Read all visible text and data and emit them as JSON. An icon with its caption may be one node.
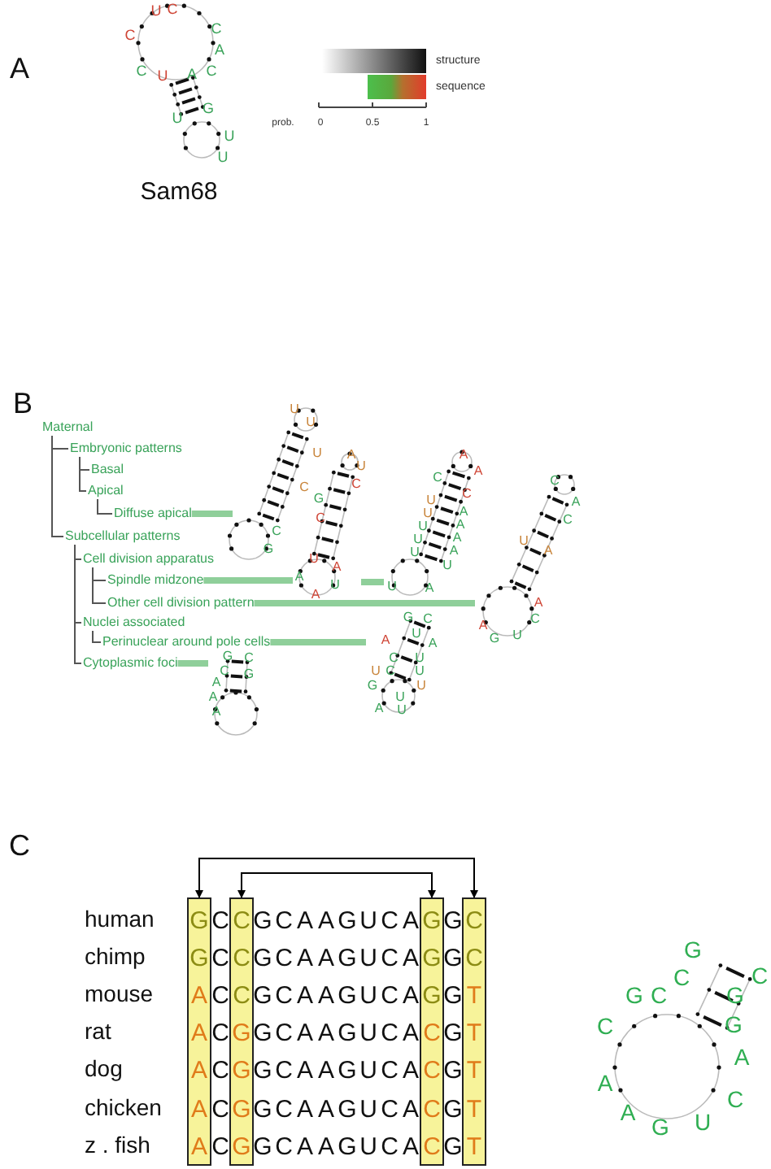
{
  "diagram": {
    "nodes": [
      {
        "text": [
          "Maternal"
        ]
      },
      {
        "text": [
          "Embryonic patterns"
        ]
      },
      {
        "text": [
          "Basal"
        ]
      },
      {
        "text": [
          "Apical"
        ]
      },
      {
        "text": [
          "Diffuse apical"
        ]
      },
      {
        "text": [
          "Subcellular patterns"
        ]
      },
      {
        "text": [
          "Cell division apparatus"
        ]
      },
      {
        "text": [
          "Spindle midzone"
        ]
      },
      {
        "text": [
          "Other cell division pattern"
        ]
      },
      {
        "text": [
          "Nuclei associated"
        ]
      },
      {
        "text": [
          "Perinuclear around pole cells"
        ]
      },
      {
        "text": [
          "Cytoplasmic foci"
        ]
      },
      {
        "text": [],
        "shape": "picture"
      },
      {
        "text": [],
        "shape": "picture"
      },
      {
        "text": [],
        "shape": "picture"
      },
      {
        "text": [],
        "shape": "picture"
      },
      {
        "text": [],
        "shape": "picture"
      },
      {
        "text": [],
        "shape": "picture"
      },
      {
        "text": [],
        "shape": "bar"
      },
      {
        "text": [],
        "shape": "bar"
      },
      {
        "text": [],
        "shape": "bar"
      },
      {
        "text": [],
        "shape": "bar"
      }
    ],
    "edges": [
      {
        "from": 0,
        "to": 1,
        "arrow": "none"
      },
      {
        "from": 1,
        "to": 2,
        "arrow": "none"
      },
      {
        "from": 1,
        "to": 3,
        "arrow": "none"
      },
      {
        "from": 3,
        "to": 4,
        "arrow": "none"
      },
      {
        "from": 0,
        "to": 5,
        "arrow": "none"
      },
      {
        "from": 5,
        "to": 6,
        "arrow": "none"
      },
      {
        "from": 6,
        "to": 7,
        "arrow": "none"
      },
      {
        "from": 6,
        "to": 8,
        "arrow": "none"
      },
      {
        "from": 5,
        "to": 9,
        "arrow": "none"
      },
      {
        "from": 9,
        "to": 10,
        "arrow": "none"
      },
      {
        "from": 5,
        "to": 11,
        "arrow": "none"
      },
      {
        "from": 4,
        "to": 12,
        "arrow": "none",
        "style": "thick",
        "color": "#8fcf9a"
      },
      {
        "from": 7,
        "to": 13,
        "arrow": "none",
        "style": "thick",
        "color": "#8fcf9a"
      },
      {
        "from": 13,
        "to": 14,
        "arrow": "none",
        "style": "thick",
        "color": "#8fcf9a"
      },
      {
        "from": 8,
        "to": 15,
        "arrow": "none",
        "style": "thick",
        "color": "#8fcf9a"
      },
      {
        "from": 10,
        "to": 16,
        "arrow": "none",
        "style": "thick",
        "color": "#8fcf9a"
      },
      {
        "from": 11,
        "to": 17,
        "arrow": "none",
        "style": "thick",
        "color": "#8fcf9a"
      },
      {
        "from": 18,
        "to": 21,
        "arrow": "both",
        "color": "#000000"
      },
      {
        "from": 19,
        "to": 20,
        "arrow": "both",
        "color": "#000000"
      }
    ],
    "labels": [
      "A",
      "U",
      "C",
      "C",
      "C",
      "A",
      "C",
      "U",
      "A",
      "C",
      "U",
      "G",
      "U",
      "U",
      "prob.",
      "0",
      "0.5",
      "1",
      "Sam68",
      "B",
      "U",
      "U",
      "U",
      "C",
      "G",
      "C",
      "G",
      "A",
      "U",
      "C",
      "C",
      "U",
      "A",
      "A",
      "A",
      "U",
      "A",
      "A",
      "C",
      "C",
      "U",
      "U",
      "A",
      "U",
      "A",
      "U",
      "A",
      "U",
      "A",
      "U",
      "U",
      "A",
      "C",
      "A",
      "C",
      "U",
      "A",
      "A",
      "C",
      "U",
      "A",
      "G",
      "G",
      "C",
      "U",
      "A",
      "A",
      "C",
      "U",
      "U",
      "C",
      "U",
      "G",
      "U",
      "U",
      "A",
      "U",
      "G",
      "C",
      "C",
      "G",
      "A",
      "A",
      "A",
      "C",
      "human",
      "GCCGCAAGUCAGGC",
      "chimp",
      "GCCGCAAGUCAGGC",
      "mouse",
      "ACCGCAAGUCAGGT",
      "rat",
      "ACGGCAAGUCACGT",
      "dog",
      "ACGGCAAGUCACGT",
      "chicken",
      "ACGGCAAGUCACGT",
      "z . fish",
      "ACGGCAAGUCACGT",
      "G",
      "C",
      "C",
      "G",
      "C",
      "G",
      "C",
      "G",
      "A",
      "A",
      "C",
      "A",
      "G",
      "U"
    ],
    "legend": [
      {
        "text": "structure"
      },
      {
        "text": "sequence"
      }
    ]
  }
}
